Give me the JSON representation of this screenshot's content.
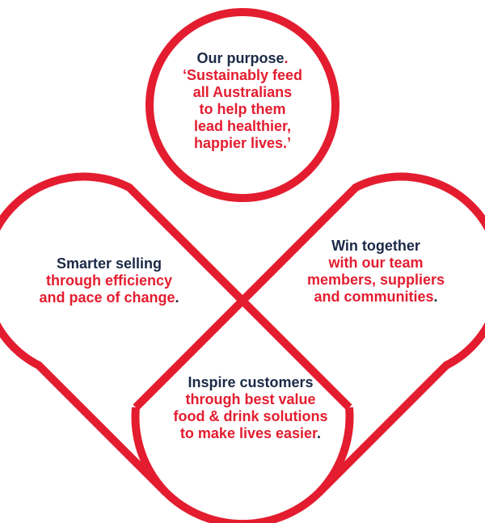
{
  "colors": {
    "accent_red": "#e31d2f",
    "heading_navy": "#1b2a47",
    "background": "#ffffff"
  },
  "purpose": {
    "heading": "Our purpose",
    "heading_period": ".",
    "lines": [
      "‘Sustainably feed",
      "all Australians",
      "to help them",
      "lead healthier,",
      "happier lives.’"
    ]
  },
  "smarter_selling": {
    "heading": "Smarter selling",
    "lines": [
      "through efficiency",
      "and pace of change"
    ],
    "period": "."
  },
  "win_together": {
    "heading": "Win together",
    "lines": [
      "with our team",
      "members, suppliers",
      "and communities"
    ],
    "period": "."
  },
  "inspire_customers": {
    "heading": "Inspire customers",
    "lines": [
      "through best value",
      "food & drink solutions",
      "to make lives easier"
    ],
    "period": "."
  }
}
